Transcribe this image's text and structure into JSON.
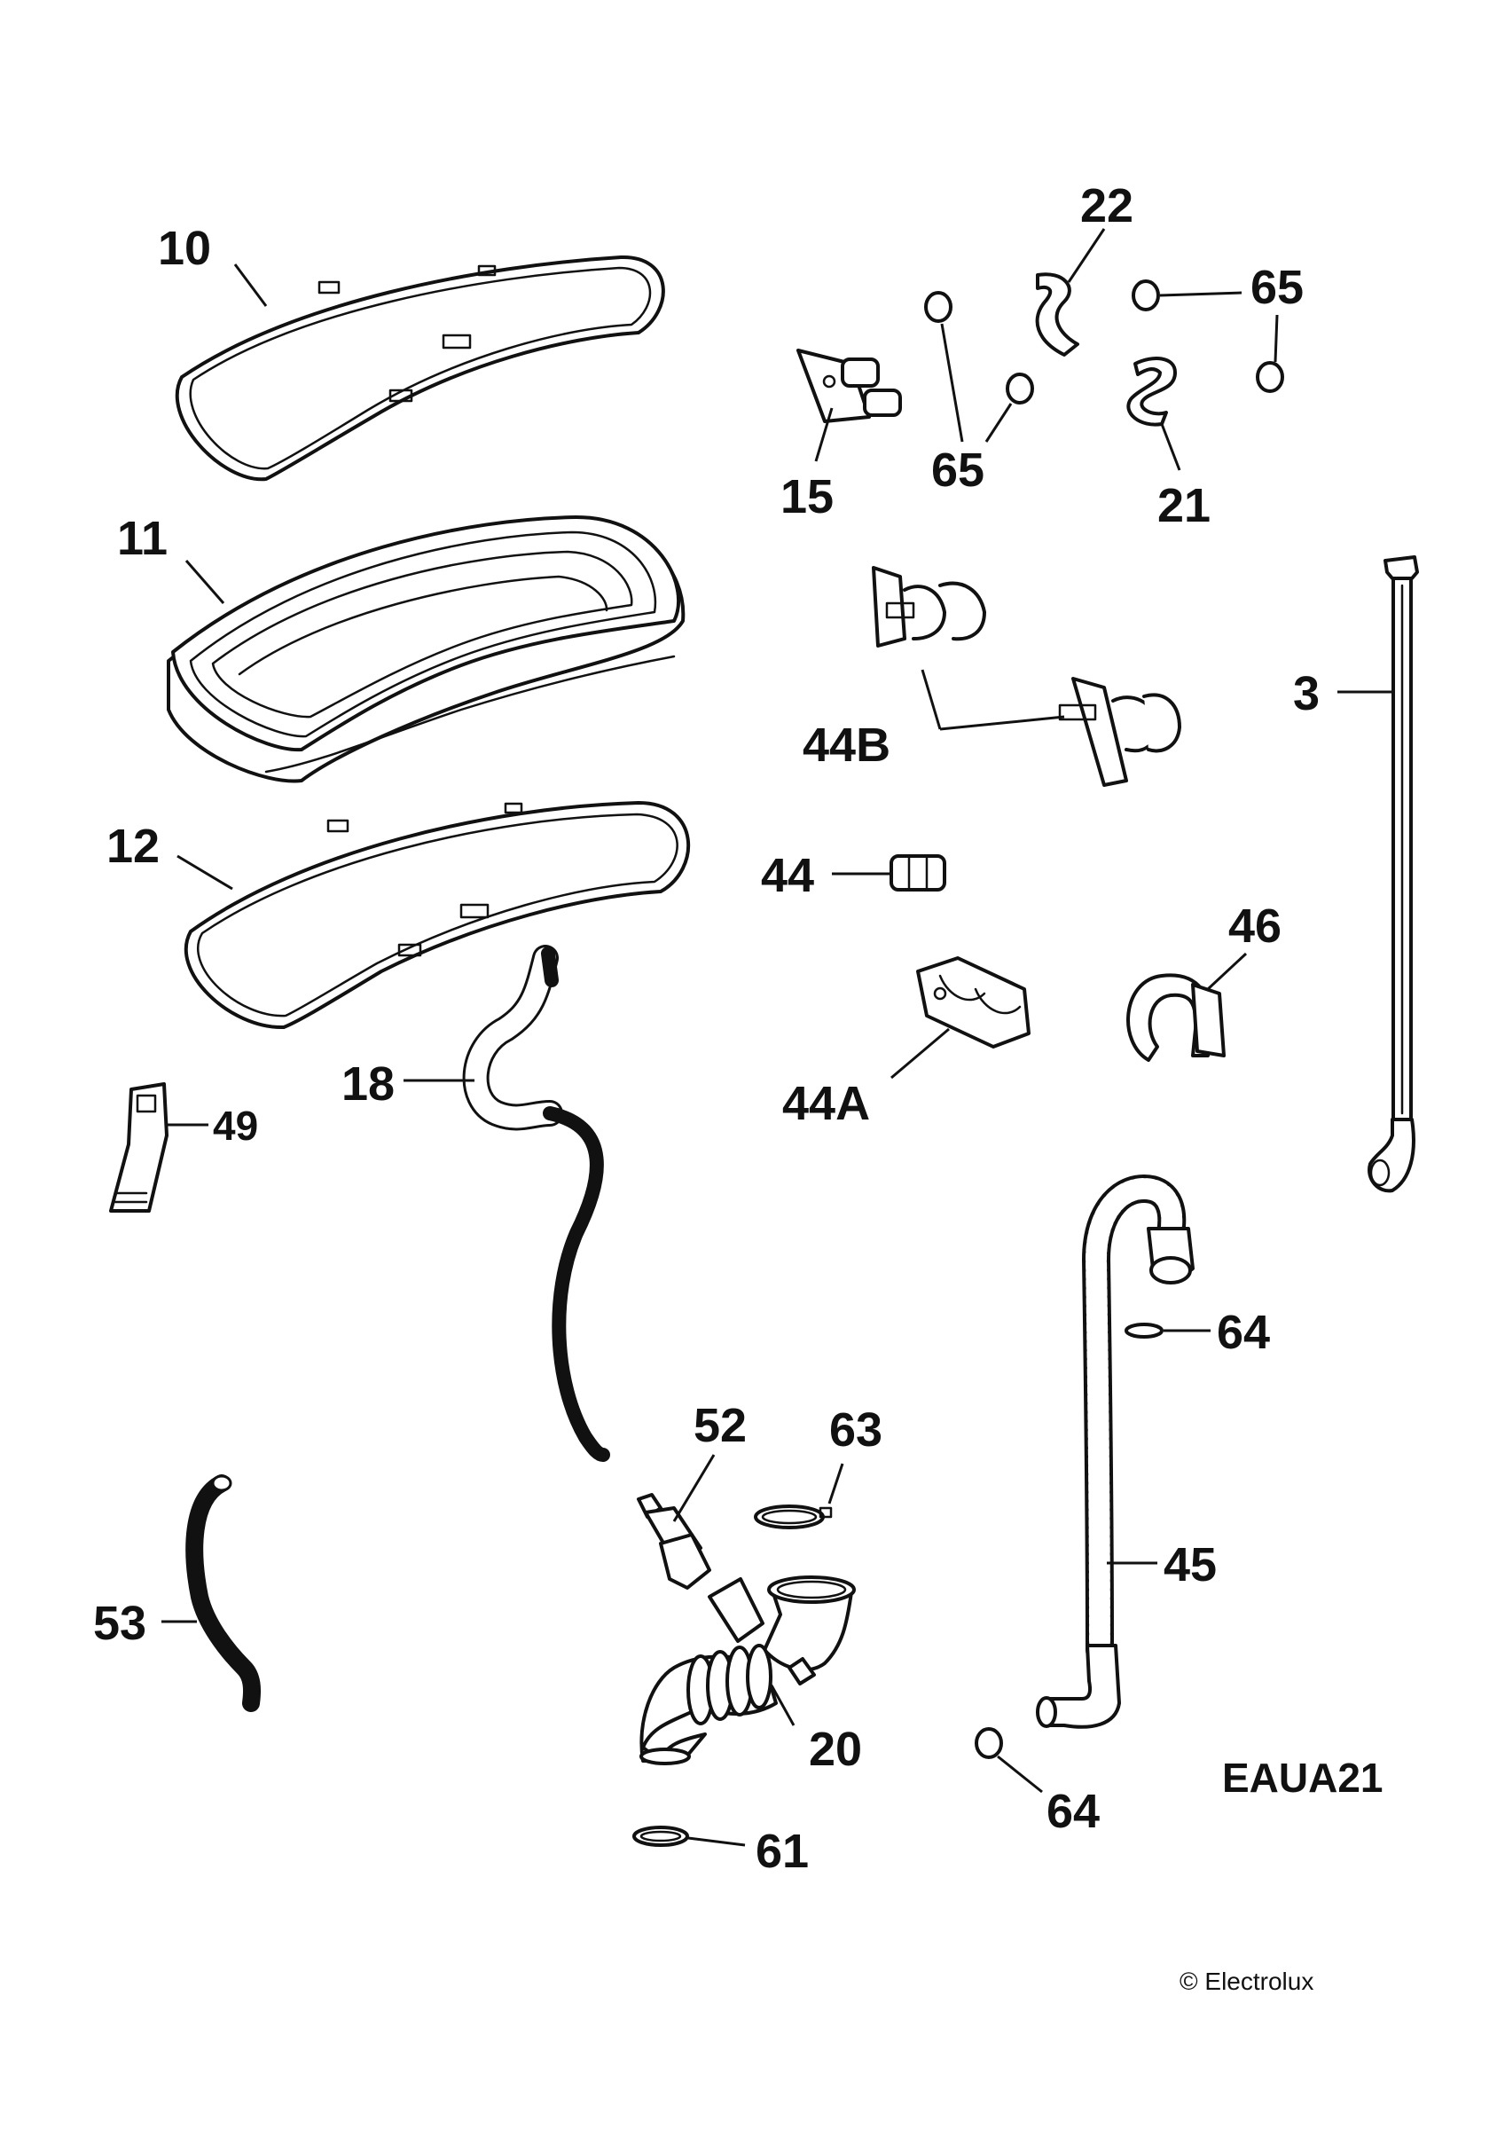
{
  "labels": {
    "p10": "10",
    "p11": "11",
    "p12": "12",
    "p15": "15",
    "p22": "22",
    "p65a": "65",
    "p65b": "65",
    "p21": "21",
    "p44b": "44B",
    "p3": "3",
    "p44": "44",
    "p46": "46",
    "p44a": "44A",
    "p18": "18",
    "p49": "49",
    "p52": "52",
    "p63": "63",
    "p64a": "64",
    "p45": "45",
    "p53": "53",
    "p20": "20",
    "p64b": "64",
    "p61": "61"
  },
  "diagram_code": "EAUA21",
  "copyright": "© Electrolux"
}
